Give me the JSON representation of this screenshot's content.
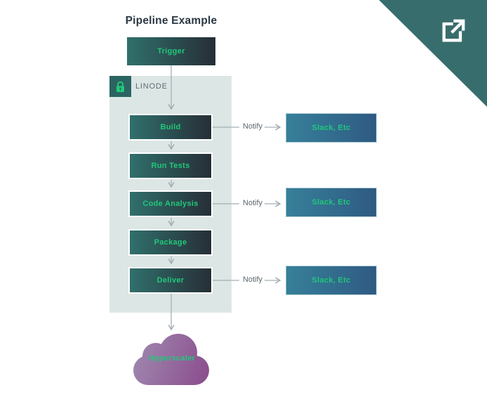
{
  "title": "Pipeline Example",
  "trigger": {
    "label": "Trigger"
  },
  "container": {
    "label": "LINODE"
  },
  "pipeline_steps": [
    {
      "label": "Build"
    },
    {
      "label": "Run Tests"
    },
    {
      "label": "Code Analysis"
    },
    {
      "label": "Package"
    },
    {
      "label": "Deliver"
    }
  ],
  "notify_label": "Notify",
  "notify_targets": [
    {
      "label": "Slack, Etc"
    },
    {
      "label": "Slack, Etc"
    },
    {
      "label": "Slack, Etc"
    }
  ],
  "cloud": {
    "label": "Hyperscaler"
  },
  "icons": {
    "corner": "external-link-icon",
    "badge": "lock-icon"
  },
  "colors": {
    "accent-green": "#21c87a",
    "corner-teal": "#386d6d",
    "box-grad-start": "#30706c",
    "box-grad-end": "#262e36",
    "slack-grad-start": "#37809a",
    "slack-grad-end": "#2f5a82",
    "container-bg": "#dce6e5",
    "badge-bg": "#2b6462",
    "cloud-grad-start": "#a08bb0",
    "cloud-grad-end": "#8a4a8c",
    "line-gray": "#a3aeb3",
    "text-dark": "#2b3842",
    "text-gray": "#5d6970"
  }
}
